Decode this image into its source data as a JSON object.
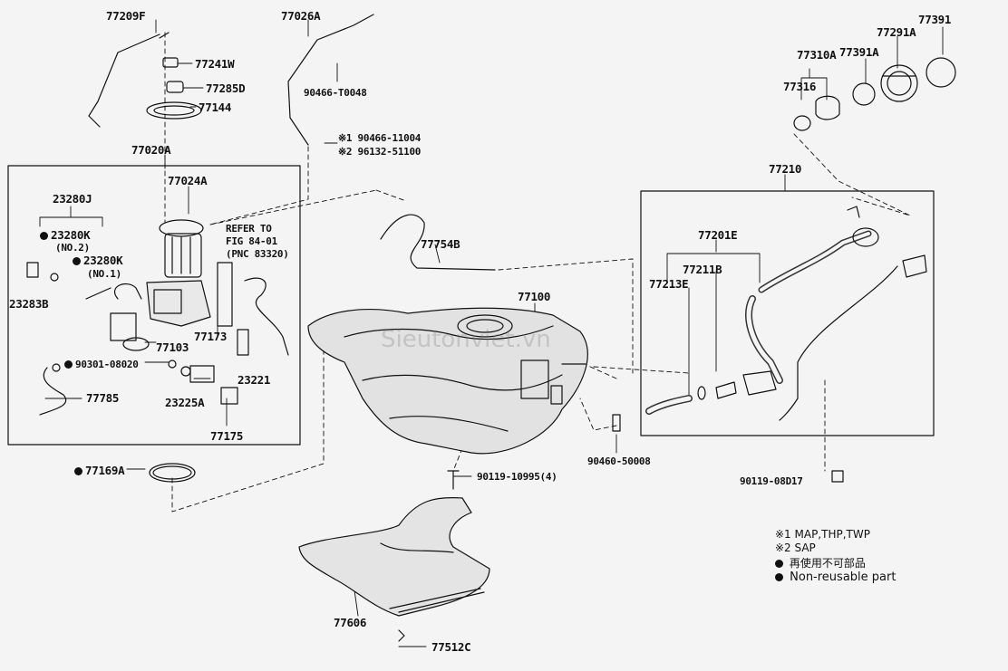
{
  "parts": {
    "p77209F": "77209F",
    "p77026A": "77026A",
    "p77241W": "77241W",
    "p77285D": "77285D",
    "p77144": "77144",
    "p90466_T0048": "90466-T0048",
    "p90466_11004": "※1 90466-11004",
    "p96132_51100": "※2 96132-51100",
    "p77020A": "77020A",
    "p77024A": "77024A",
    "p23280J": "23280J",
    "p23280K_no2": "23280K",
    "no2": "(NO.2)",
    "p23280K_no1": "23280K",
    "no1": "(NO.1)",
    "p23283B": "23283B",
    "refer1": "REFER TO",
    "refer2": "FIG 84-01",
    "refer3": "(PNC 83320)",
    "p77103": "77103",
    "p77173": "77173",
    "p90301_08020": "90301-08020",
    "p23221": "23221",
    "p77785": "77785",
    "p23225A": "23225A",
    "p77175": "77175",
    "p77169A": "77169A",
    "p77754B": "77754B",
    "p77100": "77100",
    "p90119_10995": "90119-10995(4)",
    "p90460_50008": "90460-50008",
    "p77606": "77606",
    "p77512C": "77512C",
    "p77391": "77391",
    "p77291A": "77291A",
    "p77310A": "77310A",
    "p77391A": "77391A",
    "p77316": "77316",
    "p77210": "77210",
    "p77201E": "77201E",
    "p77211B": "77211B",
    "p77213E": "77213E",
    "p90119_08D17": "90119-08D17"
  },
  "legend": {
    "note1": "※1 MAP,THP,TWP",
    "note2": "※2 SAP",
    "note3": "再使用不可部品",
    "note4": "Non-reusable part"
  },
  "watermark": "Sieutonviet.vn"
}
